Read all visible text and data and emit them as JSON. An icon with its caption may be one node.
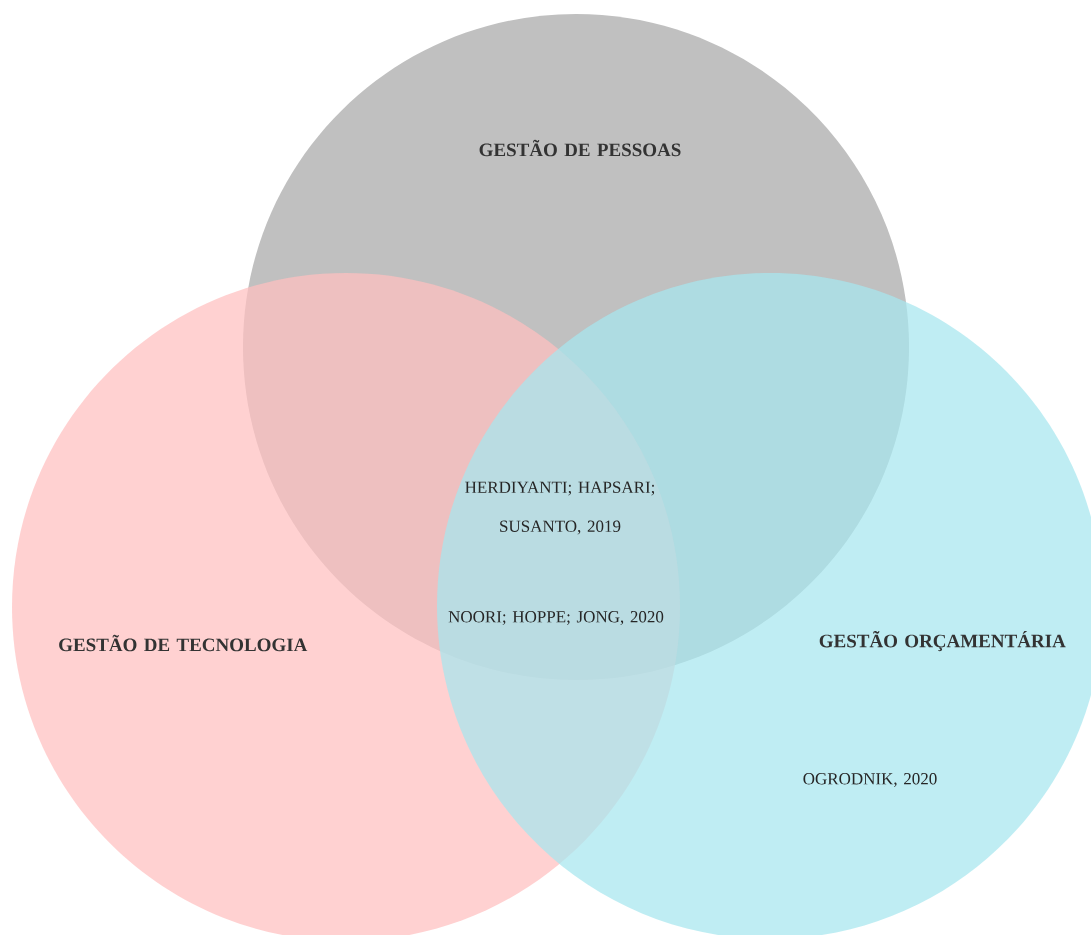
{
  "diagram": {
    "nodes": [
      {
        "text": [
          "GESTÃO DE PESSOAS"
        ]
      },
      {
        "text": [
          "GESTÃO DE TECNOLOGIA"
        ]
      },
      {
        "text": [
          "GESTÃO ORÇAMENTÁRIA",
          "OGRODNIK, 2020"
        ]
      }
    ],
    "labels": [
      "HERDIYANTI; HAPSARI; SUSANTO, 2019",
      "NOORI; HOPPE; JONG, 2020"
    ]
  }
}
